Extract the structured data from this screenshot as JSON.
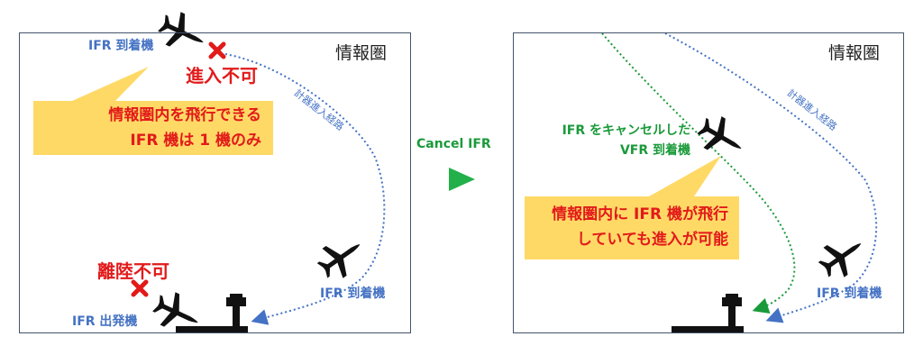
{
  "colors": {
    "route_blue": "#4472c4",
    "route_green": "#1a9a3a",
    "callout": "#ffd966",
    "border": "#44546a",
    "alert_red": "#e21a1a",
    "tower": "#111111"
  },
  "icons": [
    "airplane-icon",
    "cross-mark-icon",
    "control-tower-icon",
    "play-arrow-icon"
  ],
  "left": {
    "zone_label": "情報圏",
    "arriving_label_top": "IFR 到着機",
    "no_entry": "進入不可",
    "callout_line1": "情報圏内を飛行できる",
    "callout_line2": "IFR 機は 1 機のみ",
    "route_label": "計器進入経路",
    "no_takeoff": "離陸不可",
    "departing_label": "IFR 出発機",
    "arriving_label_bottom": "IFR 到着機"
  },
  "middle": {
    "cancel_label": "Cancel IFR"
  },
  "right": {
    "zone_label": "情報圏",
    "vfr_label_line1": "IFR をキャンセルした",
    "vfr_label_line2": "VFR 到着機",
    "route_label": "計器進入経路",
    "callout_line1": "情報圏内に IFR 機が飛行",
    "callout_line2": "していても進入が可能",
    "arriving_label": "IFR 到着機"
  }
}
